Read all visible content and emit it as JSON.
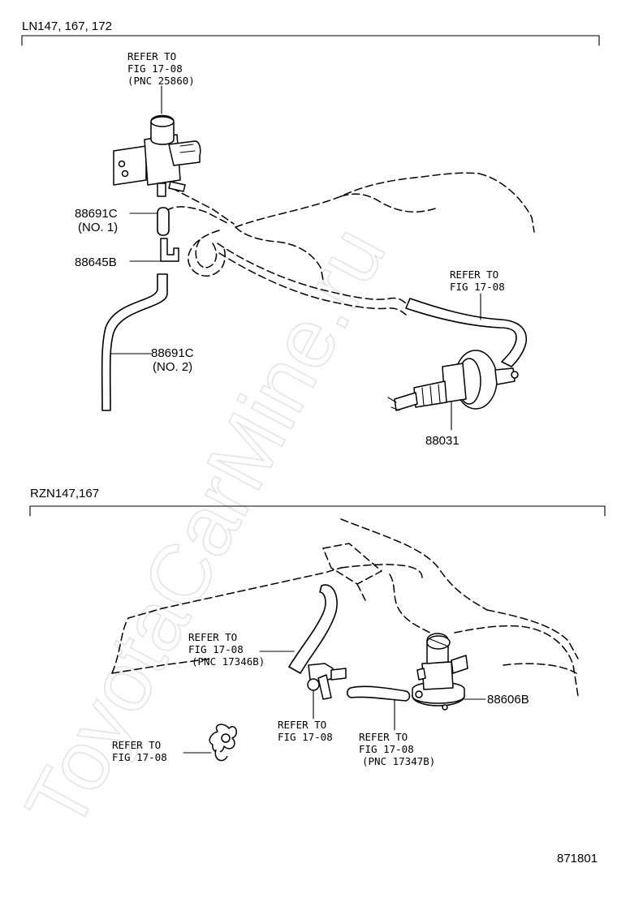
{
  "watermark": "ToyotaCarMine.ru",
  "sections": {
    "top": {
      "title": "LN147, 167, 172",
      "callouts": {
        "ref_vsv": [
          "REFER TO",
          "FIG 17-08",
          "(PNC 25860)"
        ],
        "ref_hose": [
          "REFER TO",
          "FIG 17-08"
        ]
      },
      "parts": {
        "hose_no1": [
          "88691C",
          "(NO. 1)"
        ],
        "connector": "88645B",
        "hose_no2": [
          "88691C",
          "(NO. 2)"
        ],
        "actuator": "88031"
      }
    },
    "bottom": {
      "title": "RZN147,167",
      "callouts": {
        "ref_17346b": [
          "REFER TO",
          "FIG 17-08",
          "(PNC 17346B)"
        ],
        "ref_mid": [
          "REFER TO",
          "FIG 17-08"
        ],
        "ref_17347b": [
          "REFER TO",
          "FIG 17-08",
          "(PNC 17347B)"
        ],
        "ref_clamp": [
          "REFER TO",
          "FIG 17-08"
        ]
      },
      "parts": {
        "valve": "88606B"
      }
    }
  },
  "illustration_code": "871801"
}
